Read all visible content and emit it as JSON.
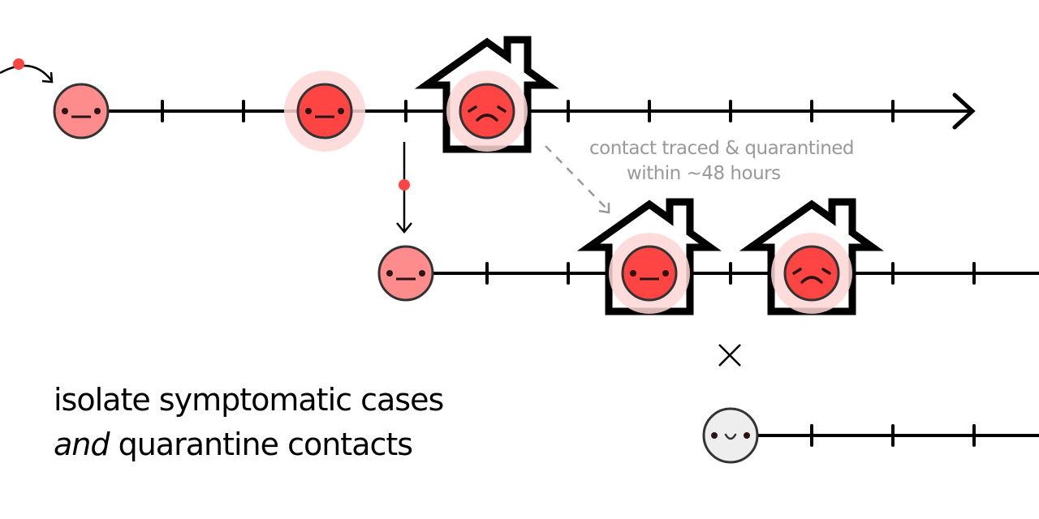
{
  "diagram": {
    "title_lines": [
      "isolate symptomatic cases",
      "quarantine contacts"
    ],
    "title_emphasis": "and",
    "annotation": [
      "contact traced & quarantined",
      "within ~48 hours"
    ],
    "colors": {
      "line": "#000000",
      "face_infected_light": "#ff8c8c",
      "face_infected_dark": "#ff4444",
      "infectious_halo": "#ffd6d6",
      "face_healthy": "#eeeeee",
      "face_outline": "#333333",
      "transmission_dot": "#ff4444",
      "annotation": "#999999"
    },
    "timelines": [
      {
        "id": "index-case",
        "ticks_every_day": true,
        "faces": [
          {
            "day": 0,
            "state": "exposed",
            "expression": "neutral",
            "halo": false,
            "house": false
          },
          {
            "day": 3,
            "state": "infectious",
            "expression": "neutral",
            "halo": true,
            "house": false
          },
          {
            "day": 5,
            "state": "symptomatic",
            "expression": "sad",
            "halo": true,
            "house": true
          }
        ],
        "arrow_end": true,
        "incoming_transmission": true
      },
      {
        "id": "contact",
        "faces": [
          {
            "day": 0,
            "state": "exposed",
            "expression": "neutral",
            "halo": false,
            "house": false
          },
          {
            "day": 3,
            "state": "infectious",
            "expression": "neutral",
            "halo": true,
            "house": true
          },
          {
            "day": 5,
            "state": "symptomatic",
            "expression": "sad",
            "halo": true,
            "house": true
          }
        ],
        "transmission_from_day_of_index": 4
      },
      {
        "id": "blocked-contact",
        "faces": [
          {
            "day": 0,
            "state": "healthy",
            "expression": "happy",
            "halo": false,
            "house": false
          }
        ],
        "blocked_marker": "×"
      }
    ]
  }
}
